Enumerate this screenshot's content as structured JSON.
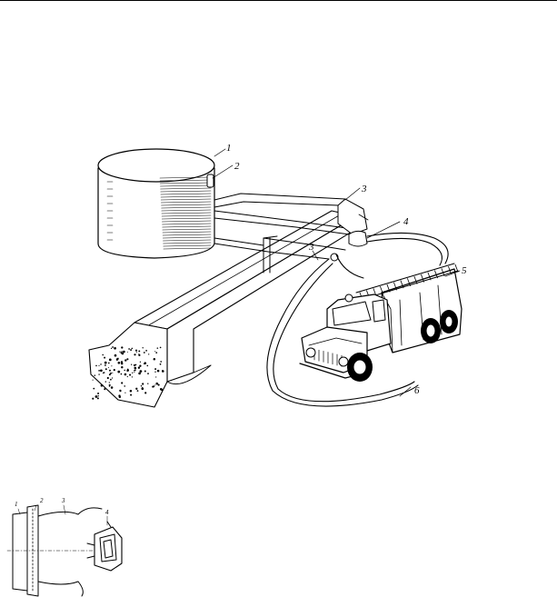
{
  "figure_main": {
    "callouts": [
      {
        "id": "tank",
        "label": "1"
      },
      {
        "id": "valve",
        "label": "2"
      },
      {
        "id": "pipe-junction",
        "label": "3"
      },
      {
        "id": "connector",
        "label": "4"
      },
      {
        "id": "truck",
        "label": "5"
      },
      {
        "id": "hose",
        "label": "6"
      },
      {
        "id": "pipe-inlet",
        "label": "3"
      }
    ]
  },
  "figure_detail": {
    "callouts": [
      {
        "id": "d1",
        "label": "1"
      },
      {
        "id": "d2",
        "label": "2"
      },
      {
        "id": "d3",
        "label": "3"
      },
      {
        "id": "d4",
        "label": "4"
      }
    ]
  }
}
